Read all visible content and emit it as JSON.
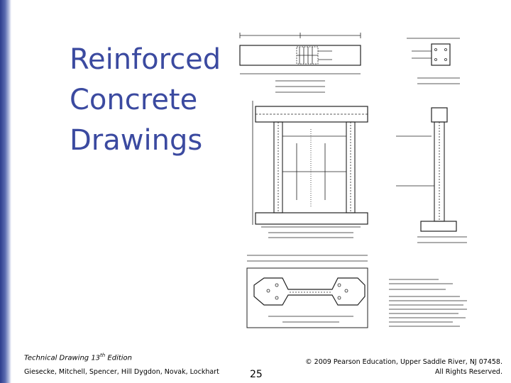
{
  "slide": {
    "title_lines": [
      "Reinforced",
      "Concrete",
      "Drawings"
    ],
    "slide_number": "25"
  },
  "footer": {
    "edition_prefix": "Technical Drawing 13",
    "edition_sup": "th",
    "edition_suffix": " Edition",
    "authors": "Giesecke, Mitchell, Spencer, Hill Dygdon, Novak, Lockhart",
    "copyright_line1": "© 2009 Pearson Education, Upper Saddle River, NJ 07458.",
    "copyright_line2": "All Rights Reserved."
  },
  "colors": {
    "title": "#3b4aa0",
    "sidebar_dark": "#2c3c8c",
    "drawing_line": "#222222"
  },
  "drawing": {
    "icon": "reinforced-concrete-engineering-drawing"
  }
}
